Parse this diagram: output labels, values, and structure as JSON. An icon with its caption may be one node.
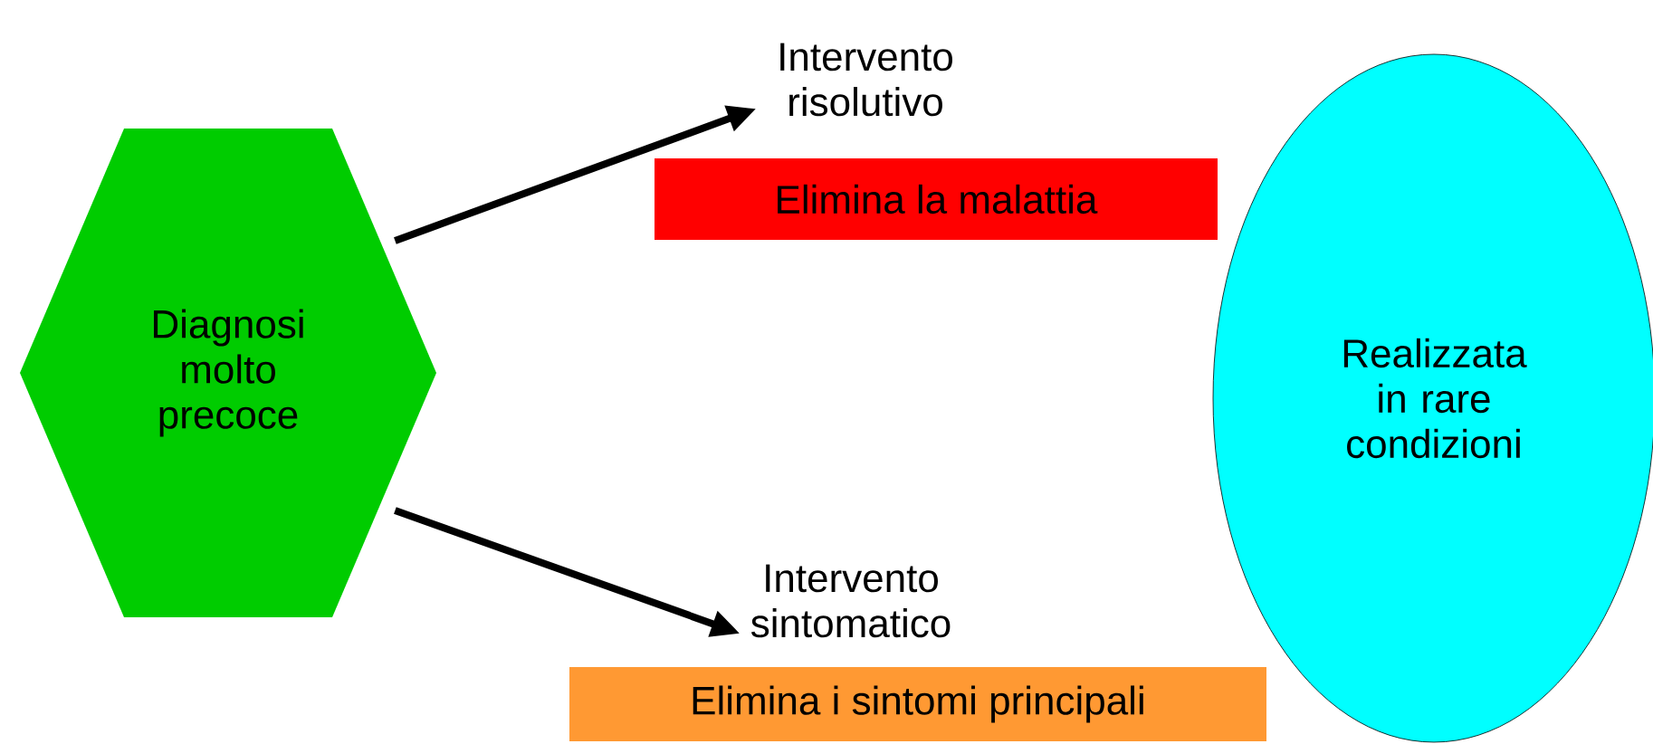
{
  "diagram": {
    "nodes": [
      {
        "text": [
          "Diagnosi molto precoce"
        ]
      },
      {
        "text": [
          "Intervento risolutivo"
        ]
      },
      {
        "text": [
          "Elimina la malattia"
        ]
      },
      {
        "text": [
          "Intervento sintomatico"
        ]
      },
      {
        "text": [
          "Elimina i sintomi principali"
        ]
      },
      {
        "text": [
          "Realizzata in rare condizioni"
        ]
      }
    ],
    "edges": [
      {
        "from": 0,
        "to": 1,
        "arrow": "to"
      },
      {
        "from": 0,
        "to": 3,
        "arrow": "to"
      }
    ]
  }
}
